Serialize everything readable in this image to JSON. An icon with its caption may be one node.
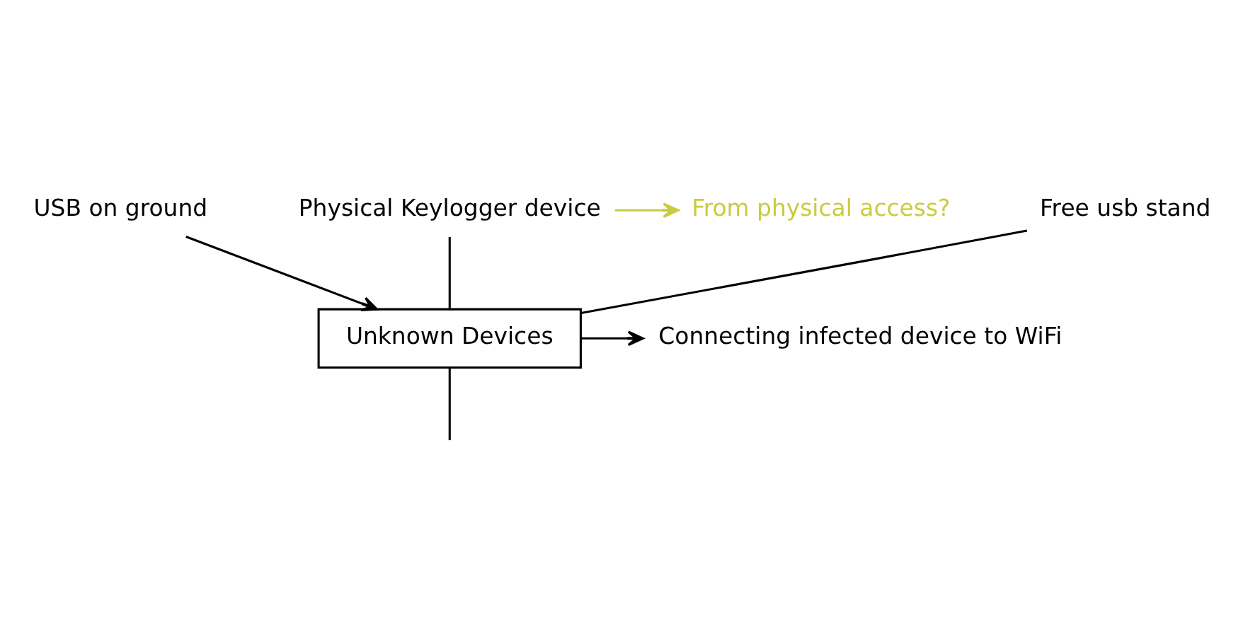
{
  "diagram": {
    "nodes": [
      {
        "text": [
          "Unknown Devices"
        ]
      },
      {
        "text": [
          "USB on ground"
        ]
      },
      {
        "text": [
          "Physical Keylogger device"
        ]
      },
      {
        "text": [
          "Free usb stand"
        ]
      },
      {
        "text": [
          "Connecting infected device to WiFi"
        ]
      },
      {
        "text": [
          "From physical access?"
        ]
      }
    ],
    "edges": [
      {
        "from": 1,
        "to": 0,
        "arrow": "to"
      },
      {
        "from": 2,
        "to": 0,
        "arrow": "none"
      },
      {
        "from": 3,
        "to": 0,
        "arrow": "none"
      },
      {
        "from": 0,
        "to": 4,
        "arrow": "to"
      },
      {
        "from": 2,
        "to": 5,
        "arrow": "to",
        "color": "#c9cc3f"
      },
      {
        "from": 0,
        "to": null,
        "arrow": "none"
      }
    ]
  }
}
